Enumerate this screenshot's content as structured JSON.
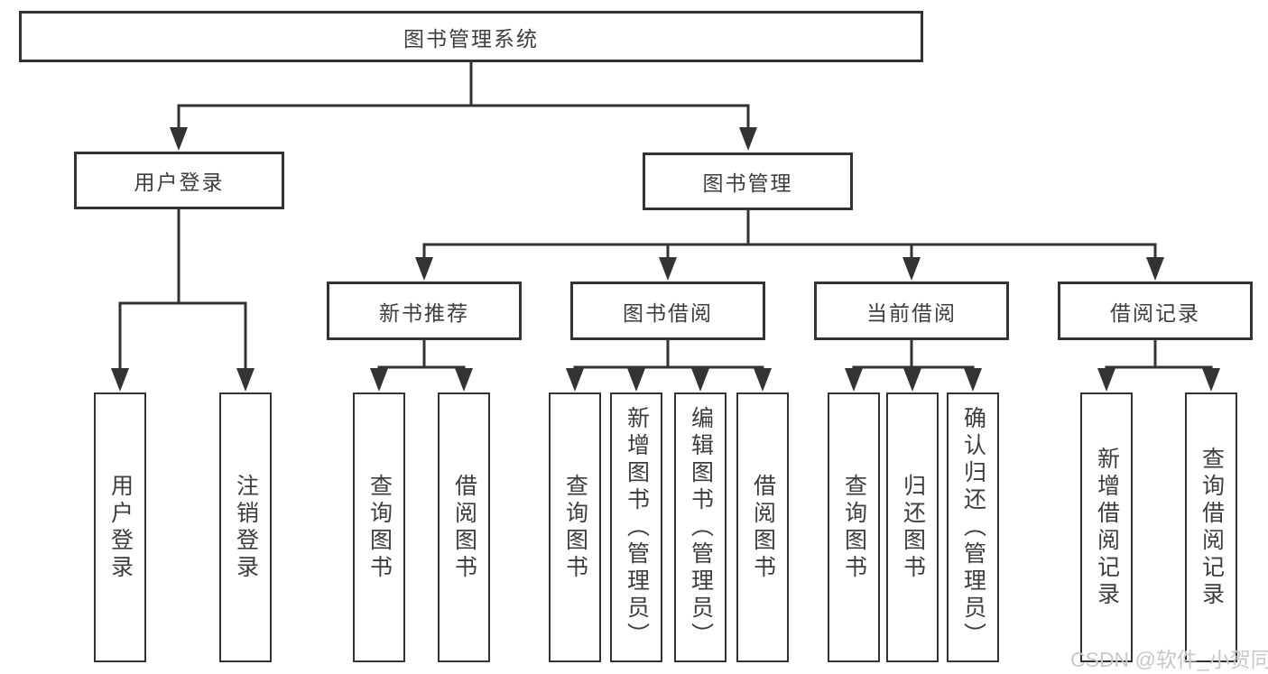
{
  "tree": {
    "label": "图书管理系统",
    "children": [
      {
        "label": "用户登录",
        "children": [
          {
            "label": "用户登录"
          },
          {
            "label": "注销登录"
          }
        ]
      },
      {
        "label": "图书管理",
        "children": [
          {
            "label": "新书推荐",
            "children": [
              {
                "label": "查询图书"
              },
              {
                "label": "借阅图书"
              }
            ]
          },
          {
            "label": "图书借阅",
            "children": [
              {
                "label": "查询图书"
              },
              {
                "label": "新增图书（管理员）"
              },
              {
                "label": "编辑图书（管理员）"
              },
              {
                "label": "借阅图书"
              }
            ]
          },
          {
            "label": "当前借阅",
            "children": [
              {
                "label": "查询图书"
              },
              {
                "label": "归还图书"
              },
              {
                "label": "确认归还（管理员）"
              }
            ]
          },
          {
            "label": "借阅记录",
            "children": [
              {
                "label": "新增借阅记录"
              },
              {
                "label": "查询借阅记录"
              }
            ]
          }
        ]
      }
    ]
  },
  "watermark": {
    "text": "CSDN @软件_小贺同学"
  },
  "colors": {
    "line": "#333333",
    "box_border": "#333333",
    "text": "#3d3d3d",
    "watermark": "#c8c8c8",
    "background": "#ffffff"
  }
}
